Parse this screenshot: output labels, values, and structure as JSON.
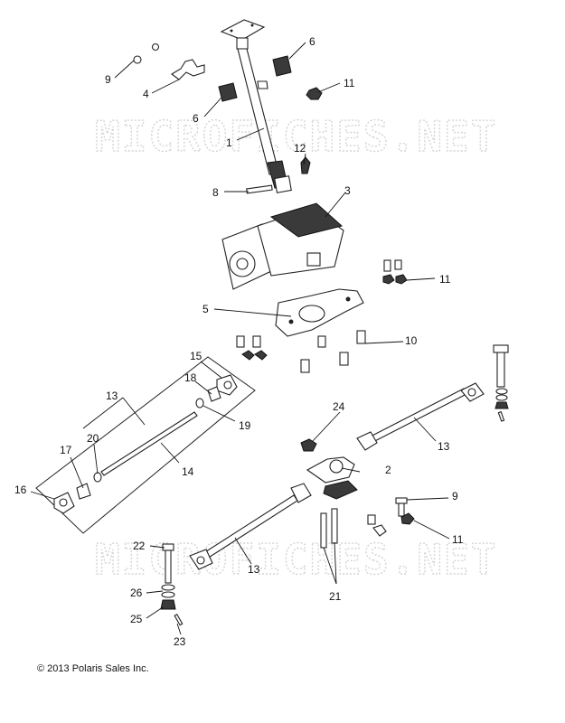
{
  "watermark": "MICROFICHES.NET",
  "copyright": "© 2013 Polaris Sales Inc.",
  "callouts": [
    "1",
    "2",
    "3",
    "4",
    "5",
    "6",
    "6",
    "8",
    "9",
    "9",
    "10",
    "11",
    "11",
    "11",
    "12",
    "13",
    "13",
    "13",
    "14",
    "15",
    "16",
    "17",
    "18",
    "19",
    "20",
    "21",
    "22",
    "23",
    "24",
    "25",
    "26"
  ]
}
